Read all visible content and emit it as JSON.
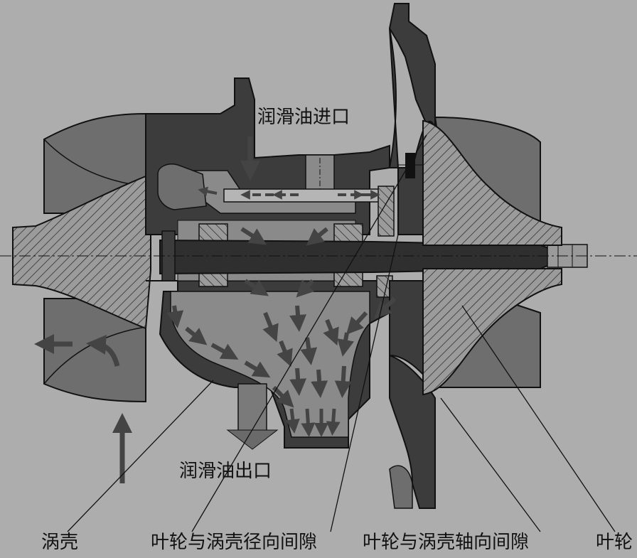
{
  "labels": {
    "oil_inlet": "润滑油进口",
    "oil_outlet": "润滑油出口",
    "housing": "涡壳",
    "radial_clearance": "叶轮与涡壳径向间隙",
    "axial_clearance": "叶轮与涡壳轴向间隙",
    "impeller": "叶轮"
  },
  "colors": {
    "background": "#adadad",
    "dark_casting": "#3c3c3c",
    "medium_casting": "#6e6e6e",
    "oil_cavity": "#8a8a8a",
    "light_volute": "#9a9a9a",
    "arrow": "#444444",
    "outline": "#111111"
  }
}
